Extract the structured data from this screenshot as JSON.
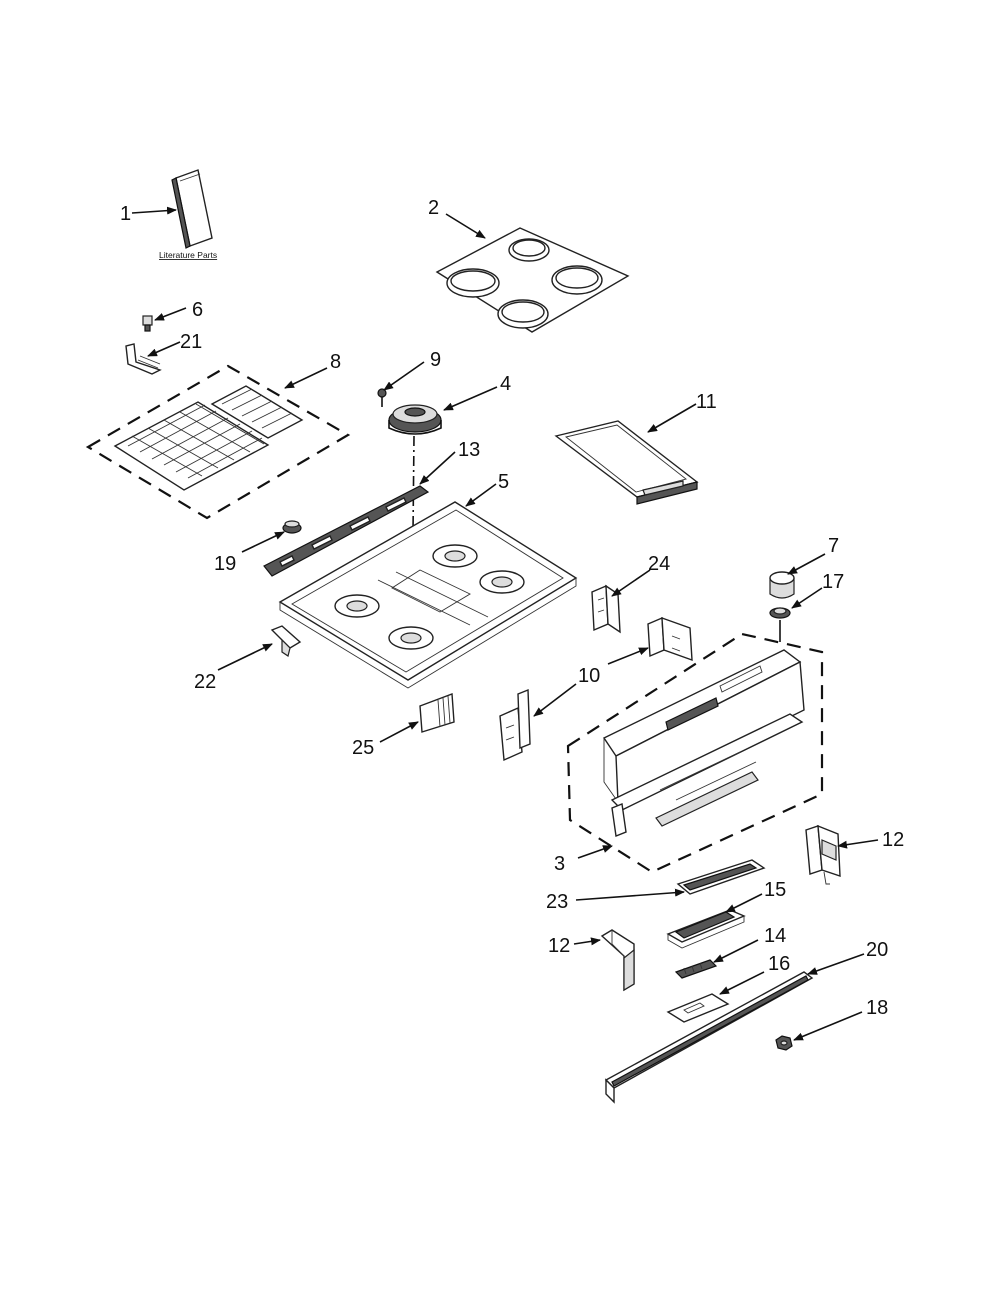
{
  "diagram": {
    "literature_label": "Literature Parts",
    "callouts": [
      "1",
      "2",
      "6",
      "21",
      "8",
      "9",
      "4",
      "11",
      "13",
      "5",
      "19",
      "7",
      "24",
      "17",
      "22",
      "10",
      "25",
      "3",
      "12",
      "23",
      "15",
      "12",
      "14",
      "20",
      "16",
      "18"
    ]
  }
}
